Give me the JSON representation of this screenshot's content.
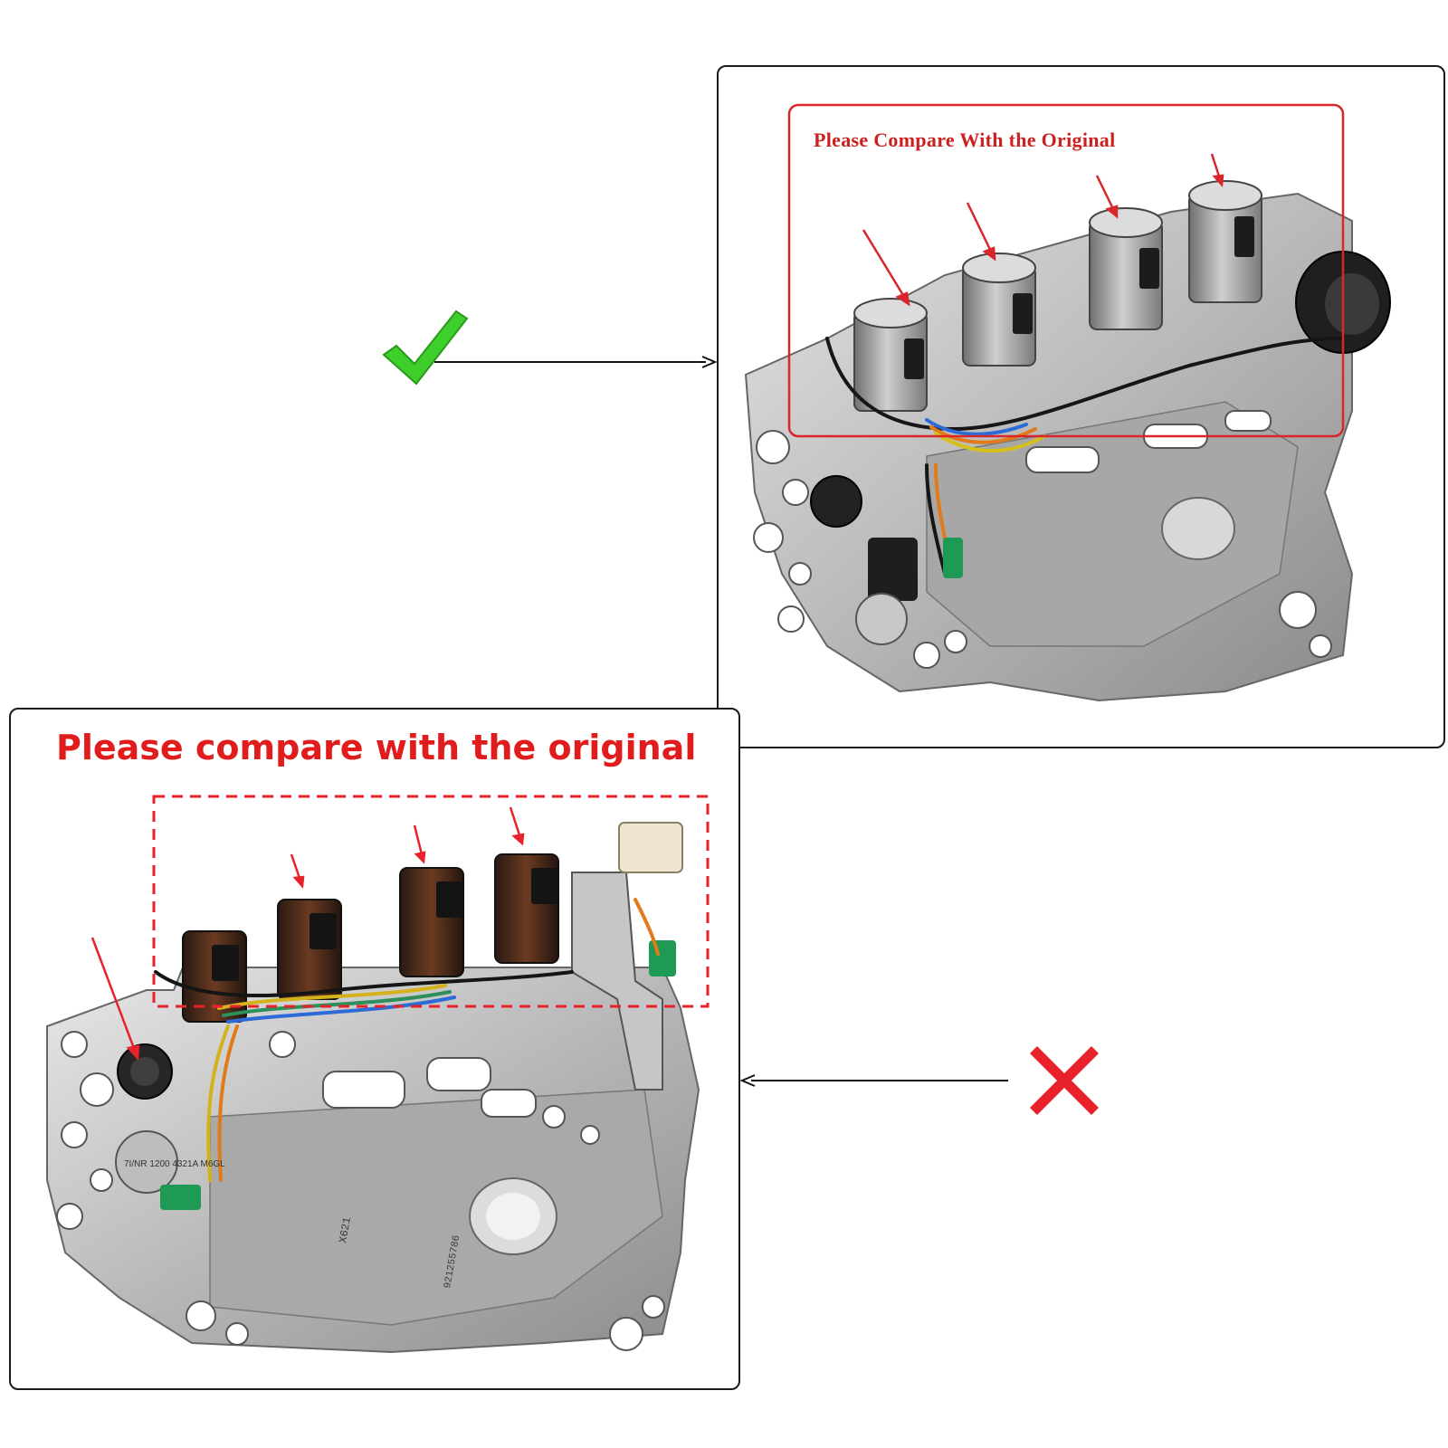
{
  "top_panel": {
    "title": "Please Compare With the Original",
    "verdict_icon": "check-icon",
    "verdict_color": "#3ecf2c",
    "highlight_color": "#d8262a"
  },
  "bottom_panel": {
    "title": "Please compare with the original",
    "verdict_icon": "cross-icon",
    "verdict_color": "#e8222a",
    "highlight_color": "#e8222a"
  },
  "part_markings": {
    "left_solenoid": "7I/NR 1200 4321A M6GL",
    "body_code": "X621",
    "serial": "921255786"
  }
}
